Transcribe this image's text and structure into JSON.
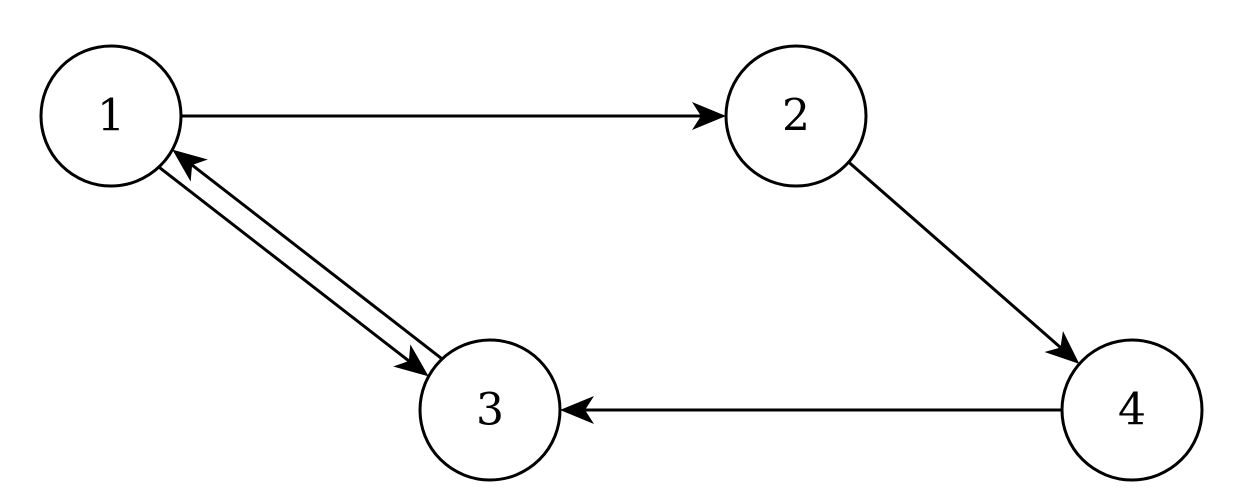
{
  "graph": {
    "nodes": [
      {
        "id": "1",
        "label": "1"
      },
      {
        "id": "2",
        "label": "2"
      },
      {
        "id": "3",
        "label": "3"
      },
      {
        "id": "4",
        "label": "4"
      }
    ],
    "edges": [
      {
        "from": "1",
        "to": "2"
      },
      {
        "from": "2",
        "to": "4"
      },
      {
        "from": "4",
        "to": "3"
      },
      {
        "from": "1",
        "to": "3"
      },
      {
        "from": "3",
        "to": "1"
      }
    ],
    "colors": {
      "stroke": "#000000",
      "node_fill": "#ffffff",
      "background": "#ffffff"
    }
  }
}
